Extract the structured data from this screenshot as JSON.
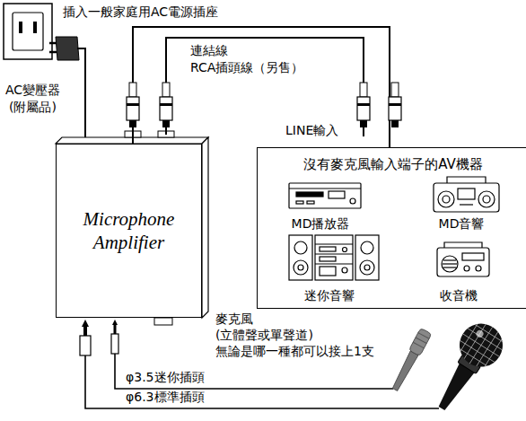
{
  "diagram": {
    "nodes": [
      {
        "text": [
          "Microphone Amplifier"
        ]
      },
      {
        "text": [
          "沒有麥克風輸入端子的AV機器"
        ]
      },
      {
        "text": [
          "MD播放器"
        ],
        "in": 1
      },
      {
        "text": [
          "MD音響"
        ],
        "in": 1
      },
      {
        "text": [
          "迷你音響"
        ],
        "in": 1
      },
      {
        "text": [
          "收音機"
        ],
        "in": 1
      }
    ],
    "edges": [
      {
        "from": 0,
        "to": 1,
        "arrow": "none"
      }
    ],
    "labels": [
      "插入一般家庭用AC電源插座",
      "AC變壓器",
      "(附屬品)",
      "連結線",
      "RCA插頭線（另售）",
      "LINE輸入",
      "麥克風",
      "(立體聲或單聲道)",
      "無論是哪一種都可以接上1支",
      "φ3.5迷你插頭",
      "φ6.3標準插頭"
    ]
  }
}
